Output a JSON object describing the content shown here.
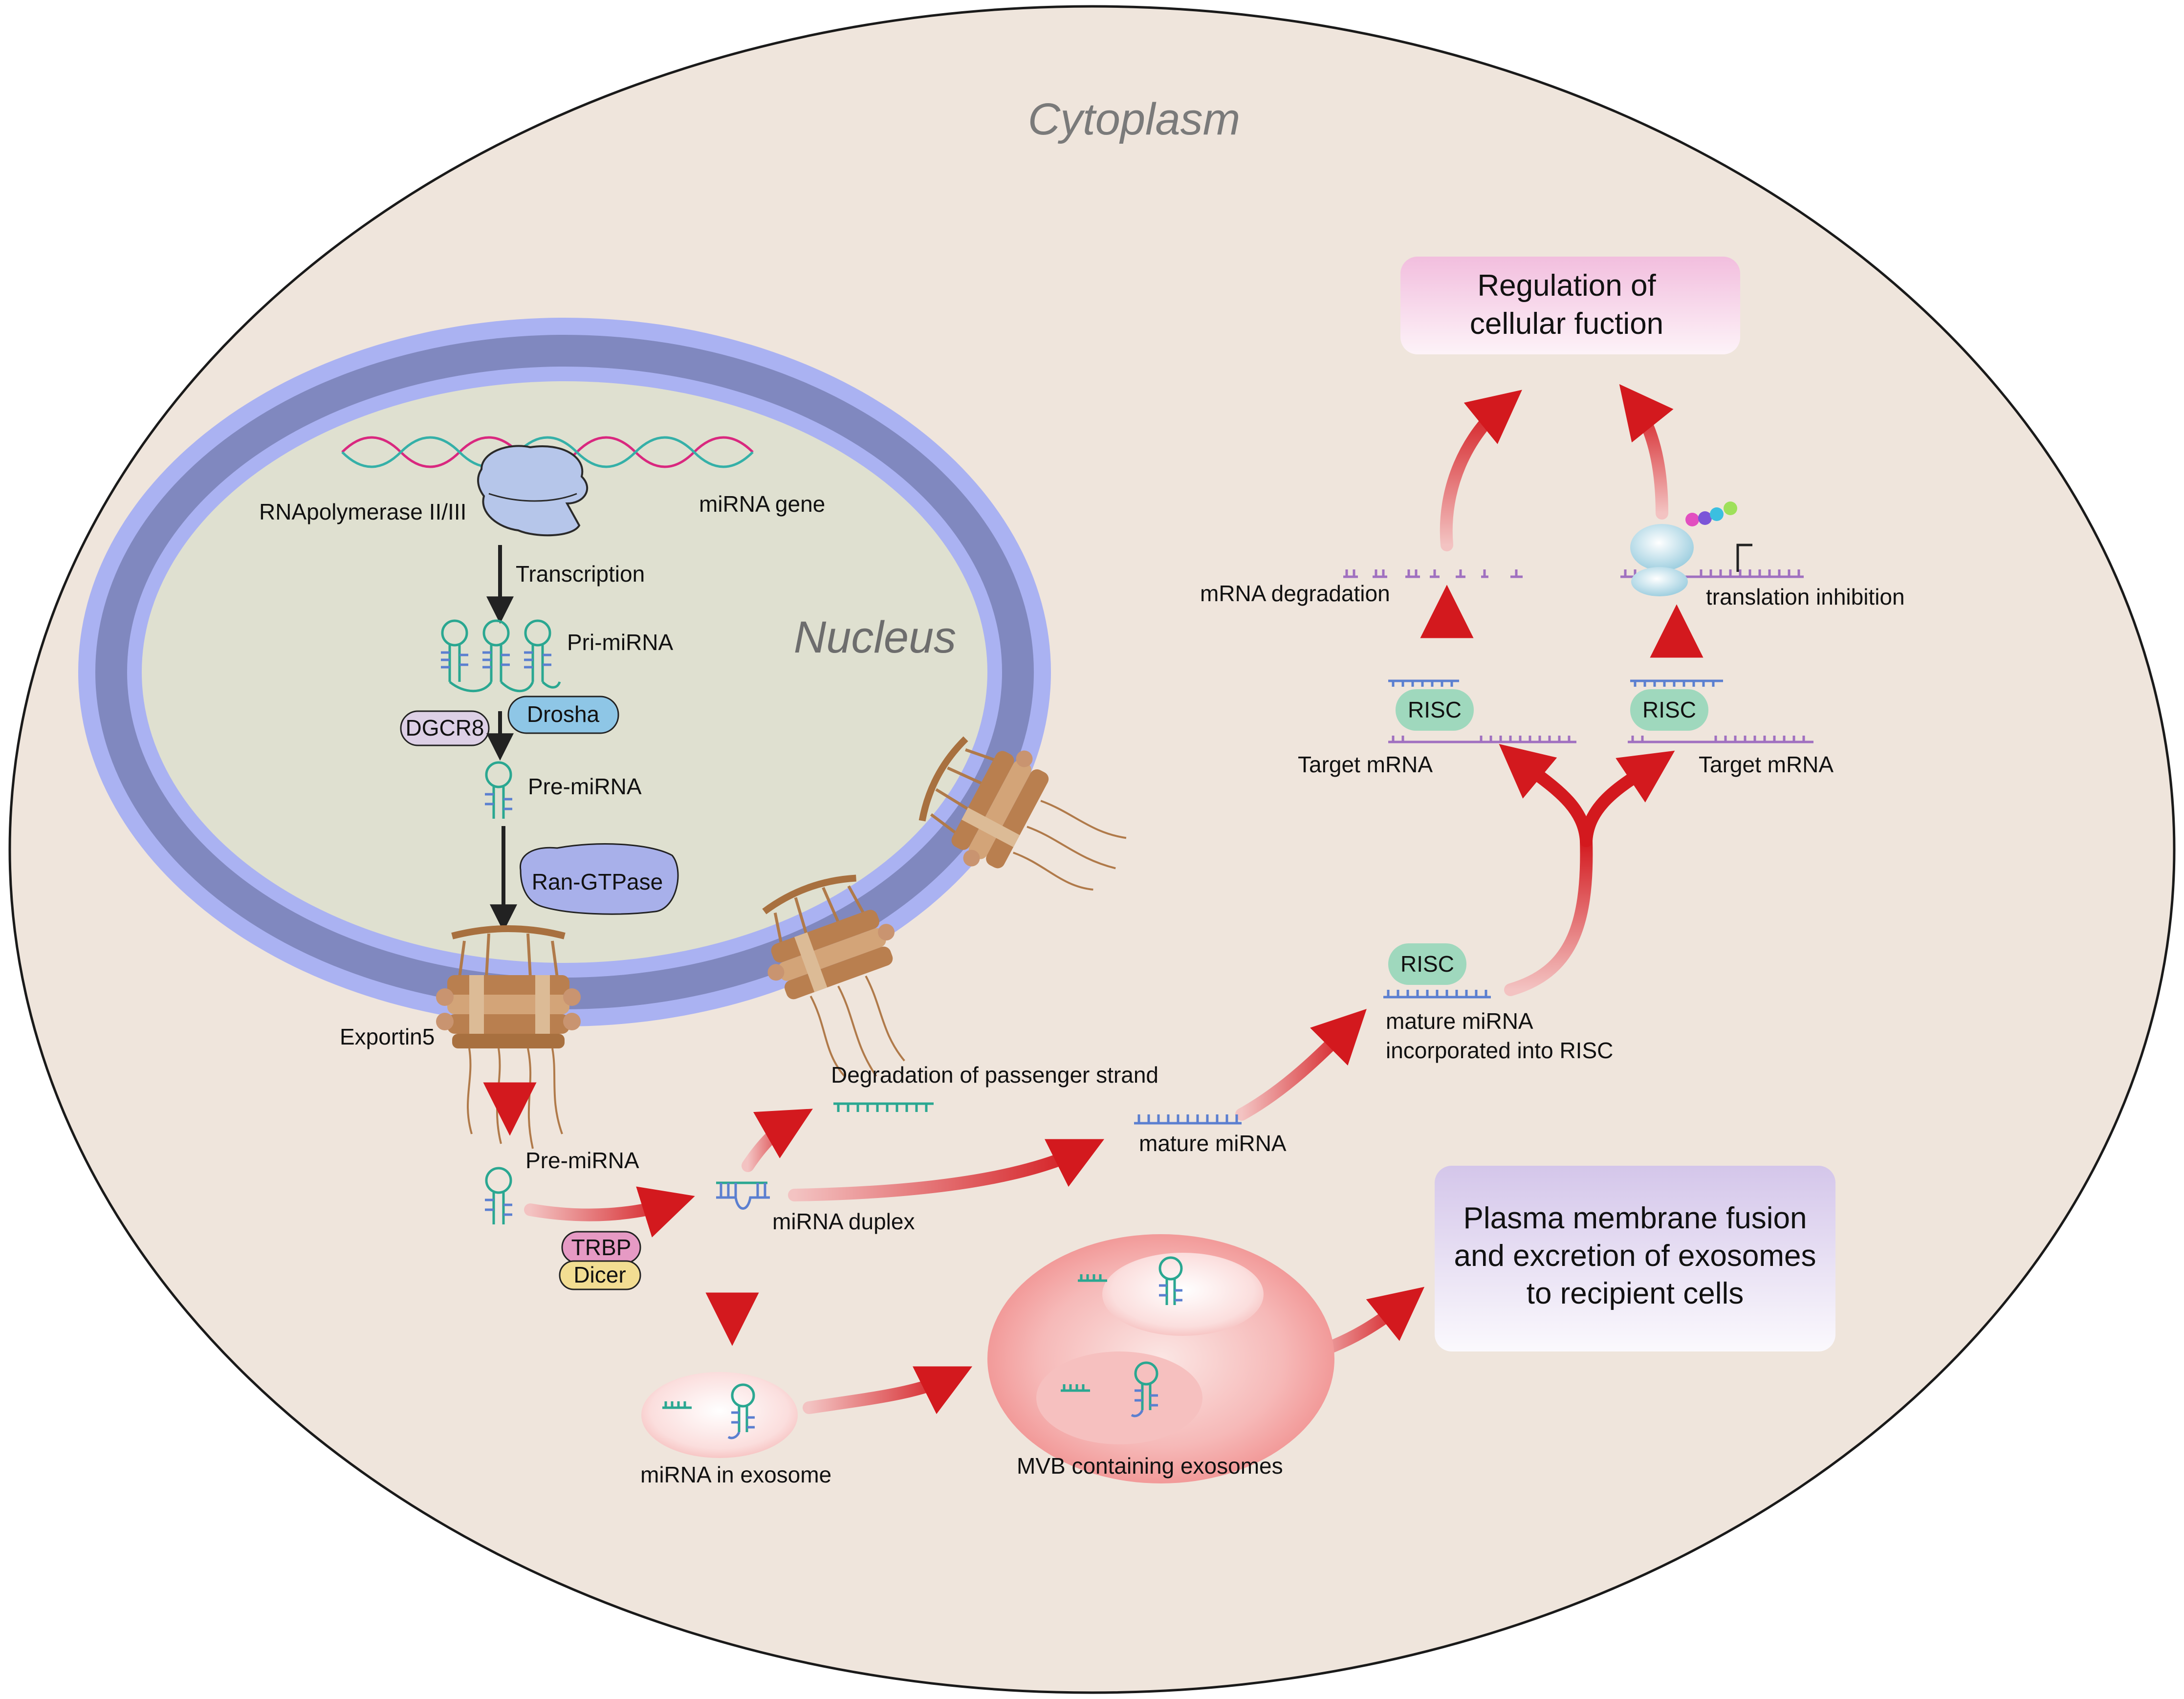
{
  "regions": {
    "cytoplasm": "Cytoplasm",
    "nucleus": "Nucleus"
  },
  "labels": {
    "rna_polymerase": "RNApolymerase II/III",
    "mirna_gene": "miRNA gene",
    "transcription": "Transcription",
    "pri_mirna": "Pri-miRNA",
    "dgcr8": "DGCR8",
    "drosha": "Drosha",
    "pre_mirna_nuclear": "Pre-miRNA",
    "ran_gtpase": "Ran-GTPase",
    "exportin5": "Exportin5",
    "pre_mirna_cyto": "Pre-miRNA",
    "trbp": "TRBP",
    "dicer": "Dicer",
    "mirna_duplex": "miRNA duplex",
    "degradation_passenger": "Degradation of passenger strand",
    "mature_mirna": "mature miRNA",
    "risc_mature": "RISC",
    "mature_incorporated_line1": "mature miRNA",
    "mature_incorporated_line2": "incorporated into RISC",
    "risc_left": "RISC",
    "risc_right": "RISC",
    "target_mrna_left": "Target mRNA",
    "target_mrna_right": "Target mRNA",
    "mrna_degradation": "mRNA degradation",
    "translation_inhibition": "translation inhibition",
    "mirna_in_exosome": "miRNA in exosome",
    "mvb_exosomes": "MVB containing exosomes"
  },
  "boxes": {
    "regulation_line1": "Regulation of",
    "regulation_line2": "cellular fuction",
    "plasma_line1": "Plasma membrane fusion",
    "plasma_line2": "and excretion of exosomes",
    "plasma_line3": "to recipient cells"
  },
  "colors": {
    "cytoplasm_fill": "#efe5dc",
    "nucleus_fill": "#dfe0d0",
    "envelope_light": "#aab2f2",
    "envelope_dark": "#8088bf",
    "arrow_red": "#d3191e",
    "risc_green": "#9fd8bd",
    "drosha_blue": "#8ec6e6",
    "dgcr8_pink": "#ddd0e6",
    "ran_blue": "#a8b0ea",
    "trbp_pink": "#e69ac4",
    "dicer_yellow": "#f2dd92",
    "rna_teal": "#2aa791",
    "rna_blue": "#5b7fd0",
    "mrna_purple": "#a070c0",
    "pore_brown": "#a8703f"
  }
}
